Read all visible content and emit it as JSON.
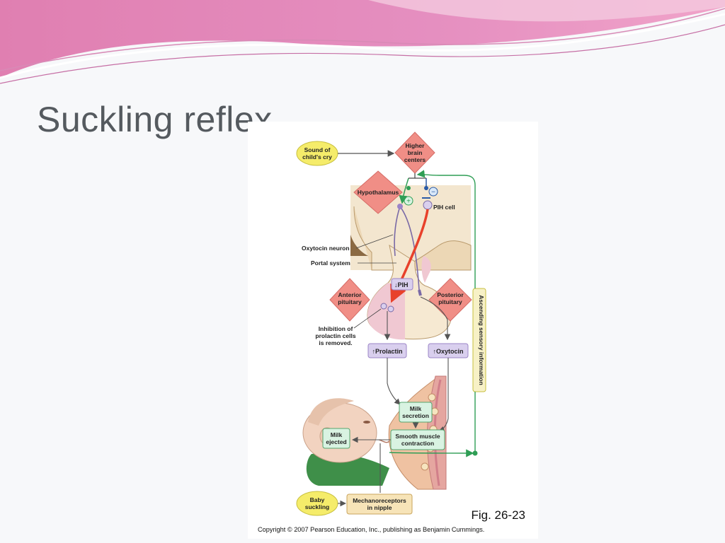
{
  "slide": {
    "title": "Suckling reflex"
  },
  "diagram": {
    "stimuli": {
      "sound": "Sound of child's cry",
      "suckling": "Baby suckling"
    },
    "centers": {
      "higher_brain": "Higher brain centers",
      "hypothalamus": "Hypothalamus",
      "anterior_pituitary": "Anterior pituitary",
      "posterior_pituitary": "Posterior pituitary"
    },
    "labels": {
      "pih_cell": "PIH cell",
      "oxytocin_neuron": "Oxytocin neuron",
      "portal_system": "Portal system",
      "inhibition": [
        "Inhibition of",
        "prolactin cells",
        "is removed."
      ],
      "ascending": "Ascending sensory information",
      "plus": "+",
      "minus": "−"
    },
    "hormones": {
      "pih": "PIH",
      "prolactin": "Prolactin",
      "oxytocin": "Oxytocin",
      "decrease_arrow": "↓",
      "increase_arrow": "↑"
    },
    "responses": {
      "milk_secretion": "Milk secretion",
      "smooth_muscle": "Smooth muscle contraction",
      "milk_ejected": "Milk ejected",
      "mechanoreceptors": "Mechanoreceptors in nipple"
    },
    "figure_number": "Fig. 26-23",
    "copyright": "Copyright © 2007 Pearson Education, Inc., publishing as Benjamin Cummings."
  },
  "colors": {
    "diamond": "#f08e86",
    "yellow": "#f5ec6a",
    "lavender": "#d9cfee",
    "green_box": "#d9f3e2",
    "brain": "#f3e6cf",
    "red_arrow": "#e8412b",
    "green_line": "#2f9e55"
  }
}
